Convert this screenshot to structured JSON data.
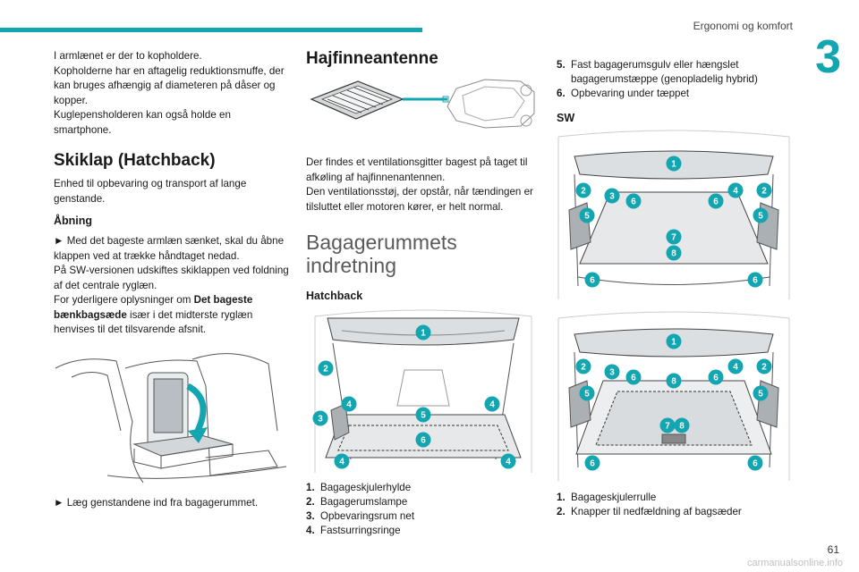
{
  "header": {
    "title": "Ergonomi og komfort",
    "chapter": "3"
  },
  "col1": {
    "intro": [
      "I armlænet er der to kopholdere.",
      "Kopholderne har en aftagelig reduktionsmuffe, der kan bruges afhængig af diameteren på dåser og kopper.",
      "Kuglepensholderen kan også holde en smartphone."
    ],
    "heading": "Skiklap (Hatchback)",
    "heading_text": "Enhed til opbevaring og transport af lange genstande.",
    "sub": "Åbning",
    "step1": "► Med det bageste armlæn sænket, skal du åbne klappen ved at trække håndtaget nedad.",
    "sw_note": "På SW-versionen udskiftes skiklappen ved foldning af det centrale ryglæn.",
    "more_prefix": "For yderligere oplysninger om ",
    "more_bold": "Det bageste bænkbagsæde",
    "more_suffix": " især i det midterste ryglæn henvises til det tilsvarende afsnit.",
    "step2": "► Læg genstandene ind fra bagagerummet."
  },
  "col2": {
    "heading": "Hajfinneantenne",
    "text1": "Der findes et ventilationsgitter bagest på taget til afkøling af hajfinnenantennen.",
    "text2": "Den ventilationsstøj, der opstår, når tændingen er tilsluttet eller motoren kører, er helt normal.",
    "section_title": "Bagagerummets indretning",
    "hatch_label": "Hatchback",
    "items": [
      {
        "num": "1.",
        "text": "Bagageskjulerhylde"
      },
      {
        "num": "2.",
        "text": "Bagagerumslampe"
      },
      {
        "num": "3.",
        "text": "Opbevaringsrum net"
      },
      {
        "num": "4.",
        "text": "Fastsurringsringe"
      }
    ]
  },
  "col3": {
    "items": [
      {
        "num": "5.",
        "text": "Fast bagagerumsgulv eller hængslet bagagerumstæppe (genopladelig hybrid)"
      },
      {
        "num": "6.",
        "text": "Opbevaring under tæppet"
      }
    ],
    "sw_label": "SW",
    "items2": [
      {
        "num": "1.",
        "text": "Bagageskjulerrulle"
      },
      {
        "num": "2.",
        "text": "Knapper til nedfældning af bagsæder"
      }
    ]
  },
  "footer": {
    "page": "61",
    "watermark": "carmanualsonline.info"
  },
  "markers": {
    "hatch": [
      "1",
      "2",
      "3",
      "4",
      "4",
      "5",
      "6",
      "4",
      "4"
    ],
    "sw1": [
      "1",
      "2",
      "2",
      "3",
      "6",
      "6",
      "4",
      "5",
      "5",
      "7",
      "8",
      "6",
      "6"
    ],
    "sw2": [
      "1",
      "2",
      "2",
      "3",
      "6",
      "8",
      "6",
      "4",
      "5",
      "5",
      "7",
      "8",
      "6",
      "6"
    ]
  },
  "colors": {
    "accent": "#13a5b0"
  }
}
